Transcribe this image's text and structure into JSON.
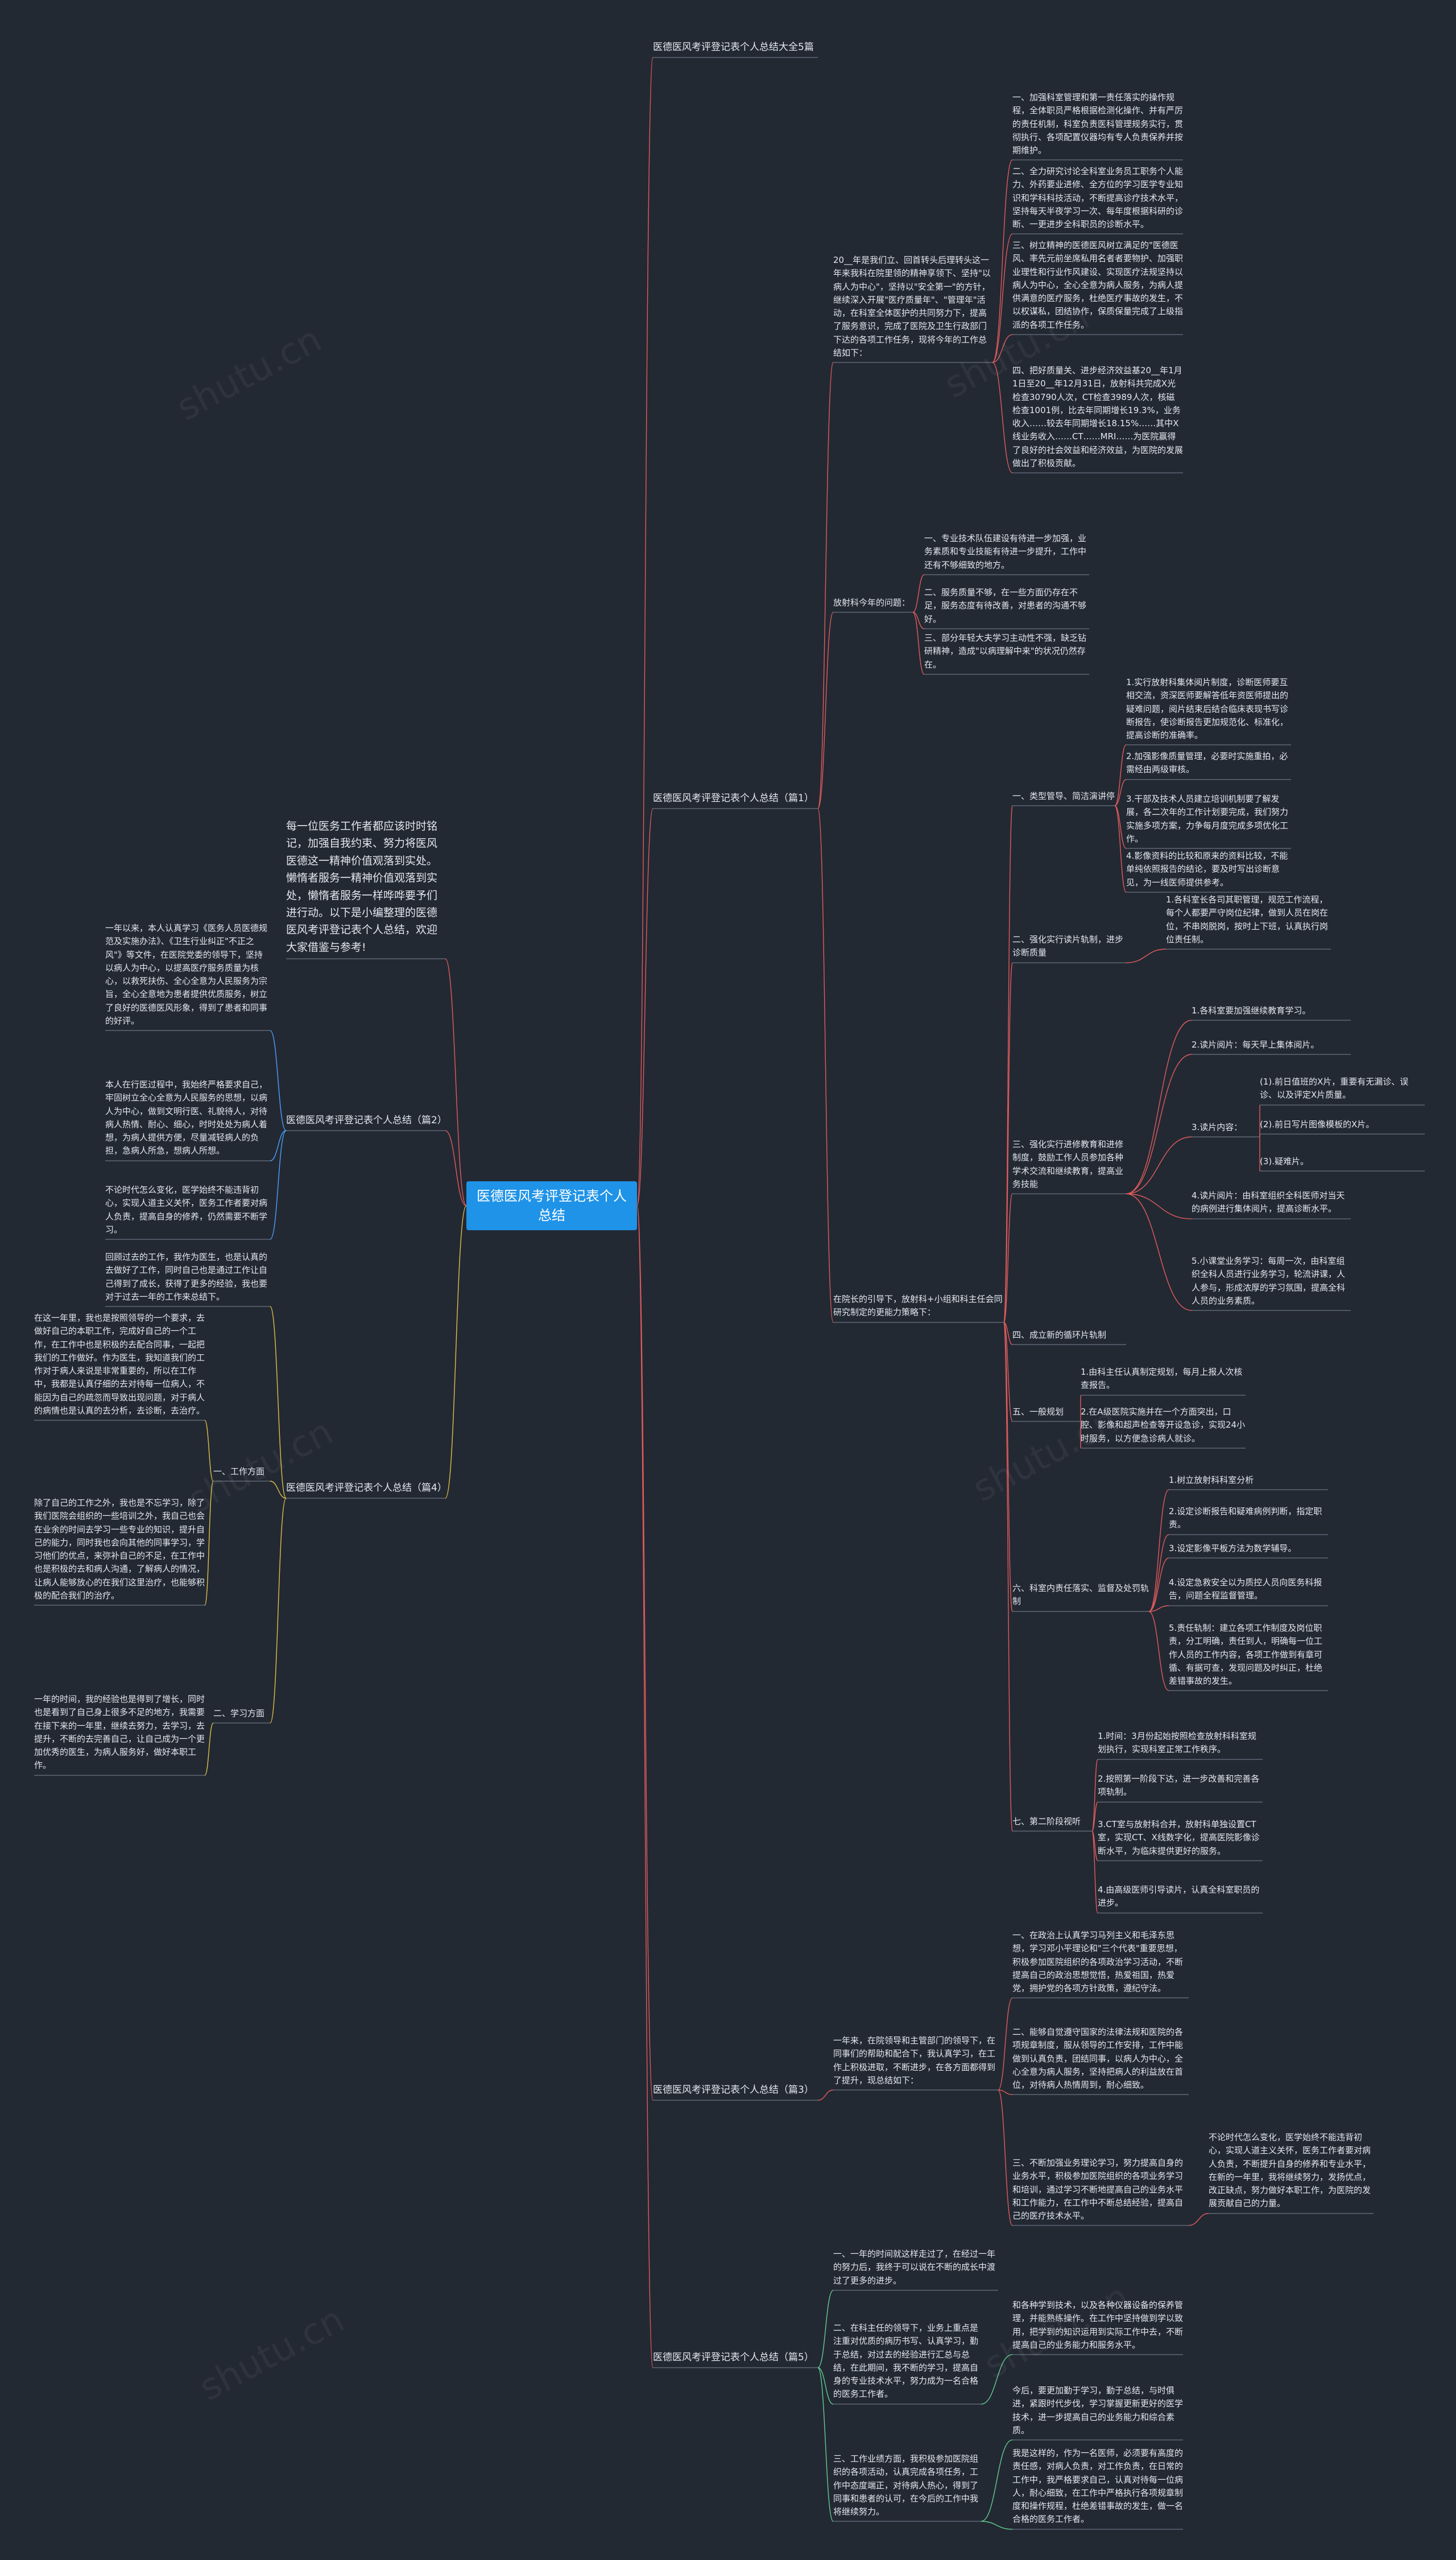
{
  "root": "医德医风考评登记表个人总结",
  "intro": "每一位医务工作者都应该时时铭记，加强自我约束、努力将医风医德这一精神价值观落到实处。懒惰者服务一精神价值观落到实处，懒惰者服务一样哗哗要予们进行动。以下是小编整理的医德医风考评登记表个人总结，欢迎大家借鉴与参考!",
  "branches": {
    "b1": "医德医风考评登记表个人总结大全5篇",
    "b2": "医德医风考评登记表个人总结（篇1）",
    "b3": "医德医风考评登记表个人总结（篇2）",
    "b4": "医德医风考评登记表个人总结（篇4）",
    "b5": "医德医风考评登记表个人总结（篇3）",
    "b6": "医德医风考评登记表个人总结（篇5）"
  },
  "p1": {
    "intro": "20__年是我们立、回首转头后理转头这一年来我科在院里领的精神享领下、坚持\"以病人为中心\"，坚持以\"安全第一\"的方针，继续深入开展\"医疗质量年\"、\"管理年\"活动，在科室全体医护的共同努力下，提高了服务意识，完成了医院及卫生行政部门下达的各项工作任务，现将今年的工作总结如下：",
    "items": [
      "一、加强科室管理和第一责任落实的操作规程，全体职员严格根据检测化操作、并有严厉的责任机制，科室负责医科管理规务实行，贯彻执行、各项配置仪器均有专人负责保养并按期维护。",
      "二、全力研究讨论全科室业务员工职务个人能力、外药要业进修、全方位的学习医学专业知识和学科科技活动，不断提高诊疗技术水平，坚持每天半夜学习一次、每年度根据科研的诊断、一更进步全科职员的诊断水平。",
      "三、树立精神的医德医风树立满足的\"医德医风、率先元前坐席私用名者者要物护、加强职业理性和行业作风建设、实现医疗法规坚持以病人为中心，全心全意为病人服务，为病人提供满意的医疗服务，杜绝医疗事故的发生，不以权谋私，团结协作，保质保量完成了上级指派的各项工作任务。",
      "四、把好质量关、进步经济效益基20__年1月1日至20__年12月31日，放射科共完成X光检查30790人次，CT检查3989人次，核磁检查1001例，比去年同期增长19.3%，业务收入……较去年同期增长18.15%……其中X线业务收入……CT……MRI……为医院赢得了良好的社会效益和经济效益，为医院的发展做出了积极贡献。"
    ],
    "problem": "放射科今年的问题：",
    "problems": [
      "一、专业技术队伍建设有待进一步加强，业务素质和专业技能有待进一步提升，工作中还有不够细致的地方。",
      "二、服务质量不够，在一些方面仍存在不足，服务态度有待改善，对患者的沟通不够好。",
      "三、部分年轻大夫学习主动性不强，缺乏钻研精神，造成\"以病理解中来\"的状况仍然存在。"
    ],
    "plan": "在院长的引导下，放射科+小组和科主任会同研究制定的更能力策略下：",
    "plan_items": [
      {
        "label": "一、类型管导、简洁演讲停",
        "subs": [
          "1.实行放射科集体阅片制度，诊断医师要互相交流，资深医师要解答低年资医师提出的疑难问题，阅片结束后结合临床表现书写诊断报告，使诊断报告更加规范化、标准化，提高诊断的准确率。",
          "2.加强影像质量管理，必要时实施重拍，必需经由两级审核。",
          "3.干部及技术人员建立培训机制要了解发展，各二次年的工作计划要完成，我们努力实施多项方案，力争每月度完成多项优化工作。",
          "4.影像资料的比较和原来的资料比较，不能单纯依照报告的结论，要及时写出诊断意见，为一线医师提供参考。"
        ]
      },
      {
        "label": "二、强化实行读片轨制，进步诊断质量",
        "subs": [
          "1.各科室长各司其职管理，规范工作流程，每个人都要严守岗位纪律，做到人员在岗在位，不串岗脱岗，按时上下班，认真执行岗位责任制。"
        ]
      },
      {
        "label": "三、强化实行进修教育和进修制度，鼓励工作人员参加各种学术交流和继续教育，提高业务技能",
        "subs": [
          "1.各科室要加强继续教育学习。",
          "2.读片阅片：每天早上集体阅片。",
          "3.读片内容：",
          "4.读片阅片：由科室组织全科医师对当天的病例进行集体阅片，提高诊断水平。",
          "5.小课堂业务学习：每周一次，由科室组织全科人员进行业务学习，轮流讲课，人人参与，形成浓厚的学习氛围，提高全科人员的业务素质。"
        ],
        "subsubs": [
          "(1).前日值班的X片，重要有无漏诊、误诊、以及评定X片质量。",
          "(2).前日写片图像模板的X片。",
          "(3).疑难片。"
        ]
      },
      {
        "label": "四、成立新的循环片轨制",
        "subs": []
      },
      {
        "label": "五、一般规划",
        "subs": [
          "1.由科主任认真制定规划，每月上报人次核查报告。",
          "2.在A级医院实施并在一个方面突出，口腔、影像和超声检查等开设急诊，实现24小时服务，以方便急诊病人就诊。"
        ]
      },
      {
        "label": "六、科室内责任落实、监督及处罚轨制",
        "subs": [
          "1.树立放射科科室分析",
          "2.设定诊断报告和疑难病例判断，指定职责。",
          "3.设定影像平板方法为数学辅导。",
          "4.设定急救安全以为质控人员向医务科报告，问题全程监督管理。",
          "5.责任轨制：建立各项工作制度及岗位职责，分工明确，责任到人，明确每一位工作人员的工作内容，各项工作做到有章可循、有据可查，发现问题及时纠正，杜绝差错事故的发生。"
        ]
      },
      {
        "label": "七、第二阶段视听",
        "subs": [
          "1.时间：3月份起始按照检查放射科科室规划执行，实现科室正常工作秩序。",
          "2.按照第一阶段下达，进一步改善和完善各项轨制。",
          "3.CT室与放射科合并，放射科单独设置CT室，实现CT、X线数字化，提高医院影像诊断水平，为临床提供更好的服务。",
          "4.由高级医师引导读片，认真全科室职员的进步。"
        ]
      }
    ]
  },
  "p2": {
    "blocks": [
      "一年以来，本人认真学习《医务人员医德规范及实施办法》、《卫生行业纠正\"不正之风\"》等文件，在医院党委的领导下，坚持以病人为中心，以提高医疗服务质量为核心，以救死扶伤、全心全意为人民服务为宗旨，全心全意地为患者提供优质服务，树立了良好的医德医风形象，得到了患者和同事的好评。",
      "本人在行医过程中，我始终严格要求自己，牢固树立全心全意为人民服务的思想，以病人为中心，做到文明行医、礼貌待人，对待病人热情、耐心、细心，时时处处为病人着想，为病人提供方便，尽量减轻病人的负担，急病人所急，想病人所想。",
      "不论时代怎么变化，医学始终不能违背初心，实现人道主义关怀，医务工作者要对病人负责，提高自身的修养，仍然需要不断学习。"
    ]
  },
  "p4": {
    "intro": "回顾过去的工作，我作为医生，也是认真的去做好了工作，同时自己也是通过工作让自己得到了成长，获得了更多的经验，我也要对于过去一年的工作来总结下。",
    "c1_label": "一、工作方面",
    "c1": [
      "在这一年里，我也是按照领导的一个要求，去做好自己的本职工作，完成好自己的一个工作，在工作中也是积极的去配合同事，一起把我们的工作做好。作为医生，我知道我们的工作对于病人来说是非常重要的，所以在工作中，我都是认真仔细的去对待每一位病人，不能因为自己的疏忽而导致出现问题，对于病人的病情也是认真的去分析，去诊断，去治疗。",
      "除了自己的工作之外，我也是不忘学习，除了我们医院会组织的一些培训之外，我自己也会在业余的时间去学习一些专业的知识，提升自己的能力，同时我也会向其他的同事学习，学习他们的优点，来弥补自己的不足，在工作中也是积极的去和病人沟通，了解病人的情况，让病人能够放心的在我们这里治疗，也能够积极的配合我们的治疗。"
    ],
    "c2_label": "二、学习方面",
    "c2": [
      "一年的时间，我的经验也是得到了增长，同时也是看到了自己身上很多不足的地方，我需要在接下来的一年里，继续去努力，去学习，去提升，不断的去完善自己，让自己成为一个更加优秀的医生，为病人服务好，做好本职工作。"
    ]
  },
  "p3": {
    "intro": "一年来，在院领导和主管部门的领导下，在同事们的帮助和配合下，我认真学习，在工作上积极进取，不断进步，在各方面都得到了提升，现总结如下：",
    "items": [
      "一、在政治上认真学习马列主义和毛泽东思想，学习邓小平理论和\"三个代表\"重要思想，积极参加医院组织的各项政治学习活动，不断提高自己的政治思想觉悟，热爱祖国，热爱党，拥护党的各项方针政策，遵纪守法。",
      "二、能够自觉遵守国家的法律法规和医院的各项规章制度，服从领导的工作安排，工作中能做到认真负责，团结同事，以病人为中心，全心全意为病人服务，坚持把病人的利益放在首位，对待病人热情周到，耐心细致。",
      "三、不断加强业务理论学习，努力提高自身的业务水平，积极参加医院组织的各项业务学习和培训，通过学习不断地提高自己的业务水平和工作能力，在工作中不断总结经验，提高自己的医疗技术水平。"
    ],
    "conclusion": "不论时代怎么变化，医学始终不能违背初心，实现人道主义关怀，医务工作者要对病人负责，不断提升自身的修养和专业水平，在新的一年里，我将继续努力，发扬优点，改正缺点，努力做好本职工作，为医院的发展贡献自己的力量。"
  },
  "p5": {
    "items": [
      "一、一年的时间就这样走过了，在经过一年的努力后，我终于可以说在不断的成长中渡过了更多的进步。",
      "二、在科主任的领导下，业务上重点是注重对优质的病历书写、认真学习，勤于总结，对过去的经验进行汇总与总结，在此期间，我不断的学习，提高自身的专业技术水平，努力成为一名合格的医务工作者。",
      "三、工作业绩方面，我积极参加医院组织的各项活动，认真完成各项任务，工作中态度端正，对待病人热心，得到了同事和患者的认可，在今后的工作中我将继续努力。"
    ],
    "details": [
      "和各种学到技术，以及各种仪器设备的保养管理，并能熟练操作。在工作中坚持做到学以致用，把学到的知识运用到实际工作中去，不断提高自己的业务能力和服务水平。",
      "今后，要更加勤于学习，勤于总结，与时俱进，紧跟时代步伐，学习掌握更新更好的医学技术，进一步提高自己的业务能力和综合素质。",
      "我是这样的，作为一名医师，必须要有高度的责任感，对病人负责，对工作负责，在日常的工作中，我严格要求自己，认真对待每一位病人，耐心细致，在工作中严格执行各项规章制度和操作规程，杜绝差错事故的发生，做一名合格的医务工作者。"
    ]
  }
}
